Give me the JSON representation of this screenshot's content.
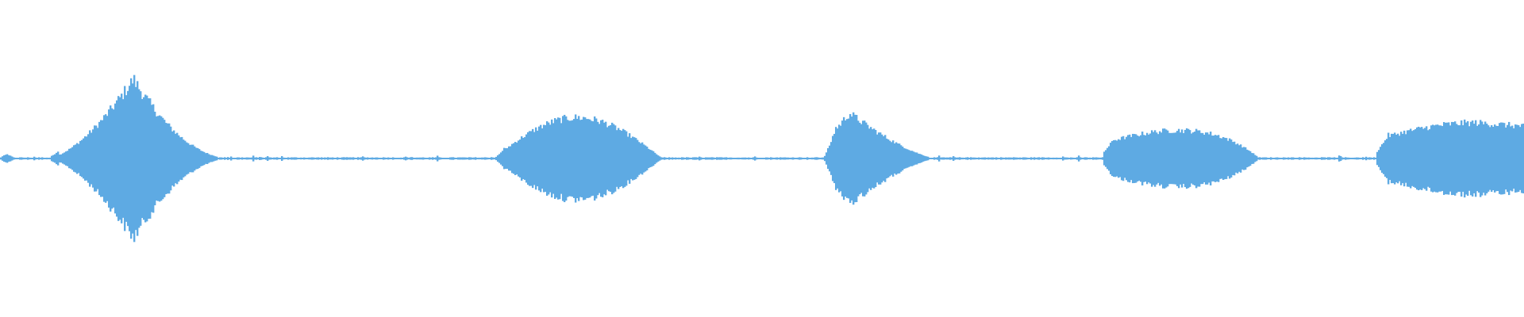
{
  "waveform": {
    "color": "#5eaae3",
    "background": "#ffffff",
    "bursts": [
      {
        "start": 0.03,
        "peak": 0.087,
        "end": 0.152,
        "amplitude": 0.93,
        "shape": "sharp"
      },
      {
        "start": 0.323,
        "peak": 0.378,
        "end": 0.434,
        "amplitude": 0.48,
        "shape": "smooth"
      },
      {
        "start": 0.54,
        "peak": 0.557,
        "end": 0.614,
        "amplitude": 0.53,
        "shape": "fast-attack"
      },
      {
        "start": 0.723,
        "peak": 0.773,
        "end": 0.826,
        "amplitude": 0.33,
        "shape": "plateau"
      },
      {
        "start": 0.903,
        "peak": 0.968,
        "end": 1.0,
        "amplitude": 0.42,
        "shape": "plateau-end"
      }
    ],
    "leading_blip": {
      "position": 0.004,
      "amplitude": 0.05
    },
    "noise_floor": 0.012
  }
}
